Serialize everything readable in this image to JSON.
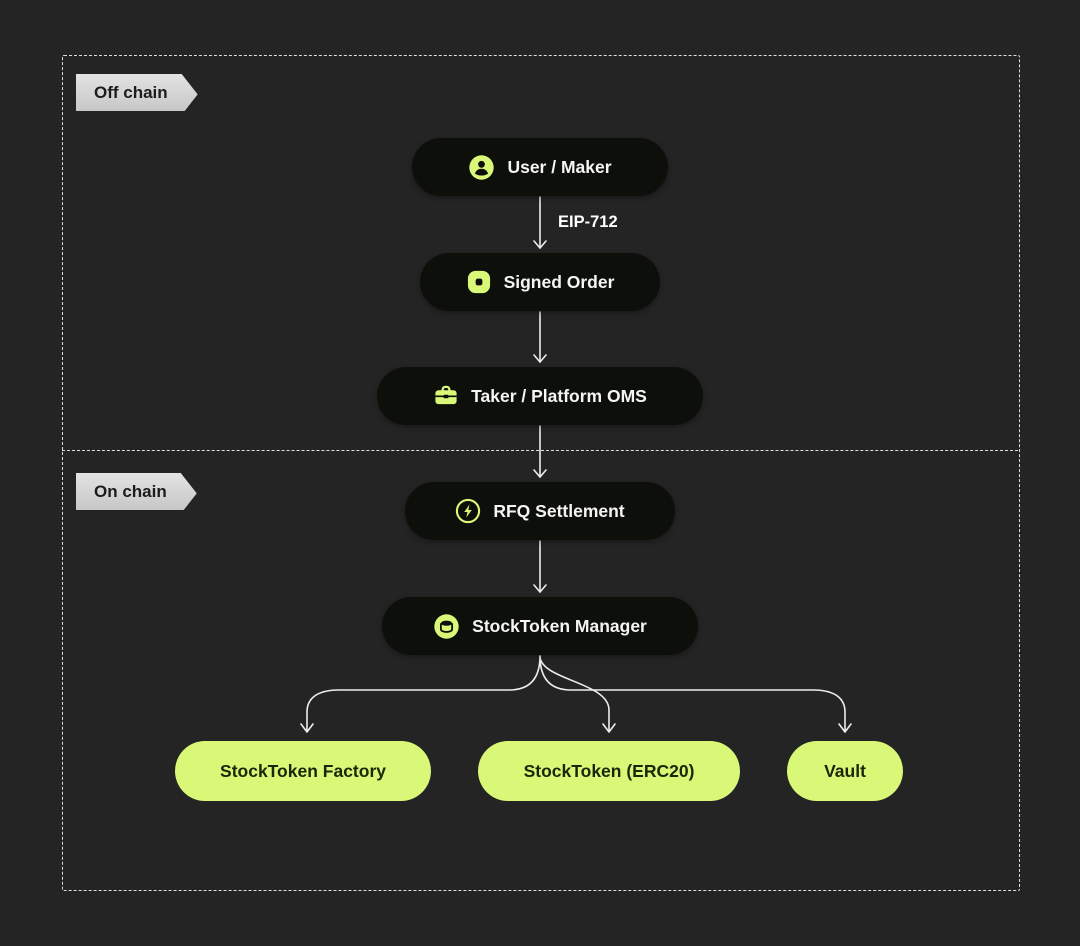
{
  "diagram": {
    "sections": {
      "off_chain": {
        "label": "Off chain"
      },
      "on_chain": {
        "label": "On chain"
      }
    },
    "nodes": {
      "user_maker": {
        "label": "User / Maker",
        "icon": "user-icon"
      },
      "signed_order": {
        "label": "Signed Order",
        "icon": "order-icon"
      },
      "taker_oms": {
        "label": "Taker / Platform OMS",
        "icon": "briefcase-icon"
      },
      "rfq_settlement": {
        "label": "RFQ Settlement",
        "icon": "bolt-icon"
      },
      "stocktoken_manager": {
        "label": "StockToken Manager",
        "icon": "coin-icon"
      },
      "stocktoken_factory": {
        "label": "StockToken Factory"
      },
      "stocktoken_erc20": {
        "label": "StockToken (ERC20)"
      },
      "vault": {
        "label": "Vault"
      }
    },
    "edge_labels": {
      "eip712": "EIP-712"
    },
    "colors": {
      "background": "#242424",
      "node_dark": "#0d100a",
      "accent_lime": "#d9f878",
      "connector_line": "#ededed",
      "tag_background": "#d8d8d8",
      "tag_text": "#1c1c1c",
      "node_text_light": "#f5f5f5",
      "node_text_dark": "#1c2608"
    }
  }
}
